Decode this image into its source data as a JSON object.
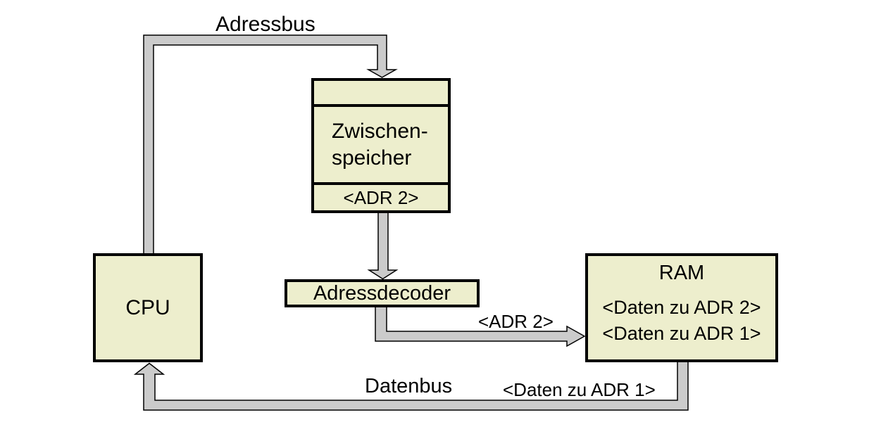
{
  "nodes": {
    "cpu": {
      "label": "CPU"
    },
    "buffer": {
      "label_line1": "Zwischen-",
      "label_line2": "speicher",
      "address_slot": "<ADR 2>"
    },
    "decoder": {
      "label": "Adressdecoder"
    },
    "ram": {
      "title": "RAM",
      "rows": [
        "<Daten zu ADR 2>",
        "<Daten zu ADR 1>"
      ]
    }
  },
  "buses": {
    "address_bus": {
      "label": "Adressbus"
    },
    "adr2_bus": {
      "label": "<ADR 2>"
    },
    "data_bus": {
      "label": "Datenbus",
      "payload": "<Daten zu ADR 1>"
    }
  },
  "colors": {
    "node_fill": "#edeecd",
    "bus_fill": "#cbcbcb",
    "outline": "#000000"
  }
}
